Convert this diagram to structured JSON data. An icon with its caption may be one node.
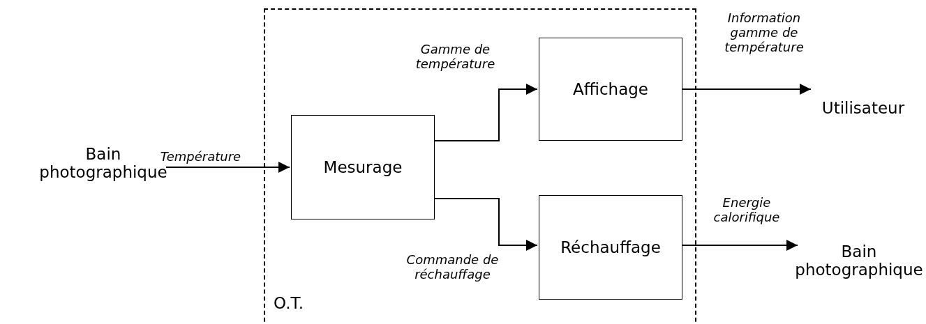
{
  "diagram": {
    "nodes": [
      {
        "text": [
          "O.T."
        ]
      },
      {
        "text": [
          "Bain photographique"
        ]
      },
      {
        "text": [
          "Mesurage"
        ],
        "in": 0
      },
      {
        "text": [
          "Affichage"
        ],
        "in": 0
      },
      {
        "text": [
          "Réchauffage"
        ],
        "in": 0
      },
      {
        "text": [
          "Utilisateur"
        ]
      },
      {
        "text": [
          "Bain photographique"
        ]
      }
    ],
    "edges": [
      {
        "from": 1,
        "to": 2,
        "arrow": "to",
        "label": "Température"
      },
      {
        "from": 2,
        "to": 3,
        "arrow": "to",
        "label": "Gamme de température"
      },
      {
        "from": 2,
        "to": 4,
        "arrow": "to",
        "label": "Commande de réchauffage"
      },
      {
        "from": 3,
        "to": 5,
        "arrow": "to",
        "label": "Information gamme de température"
      },
      {
        "from": 4,
        "to": 6,
        "arrow": "to",
        "label": "Energie calorifique"
      }
    ]
  }
}
